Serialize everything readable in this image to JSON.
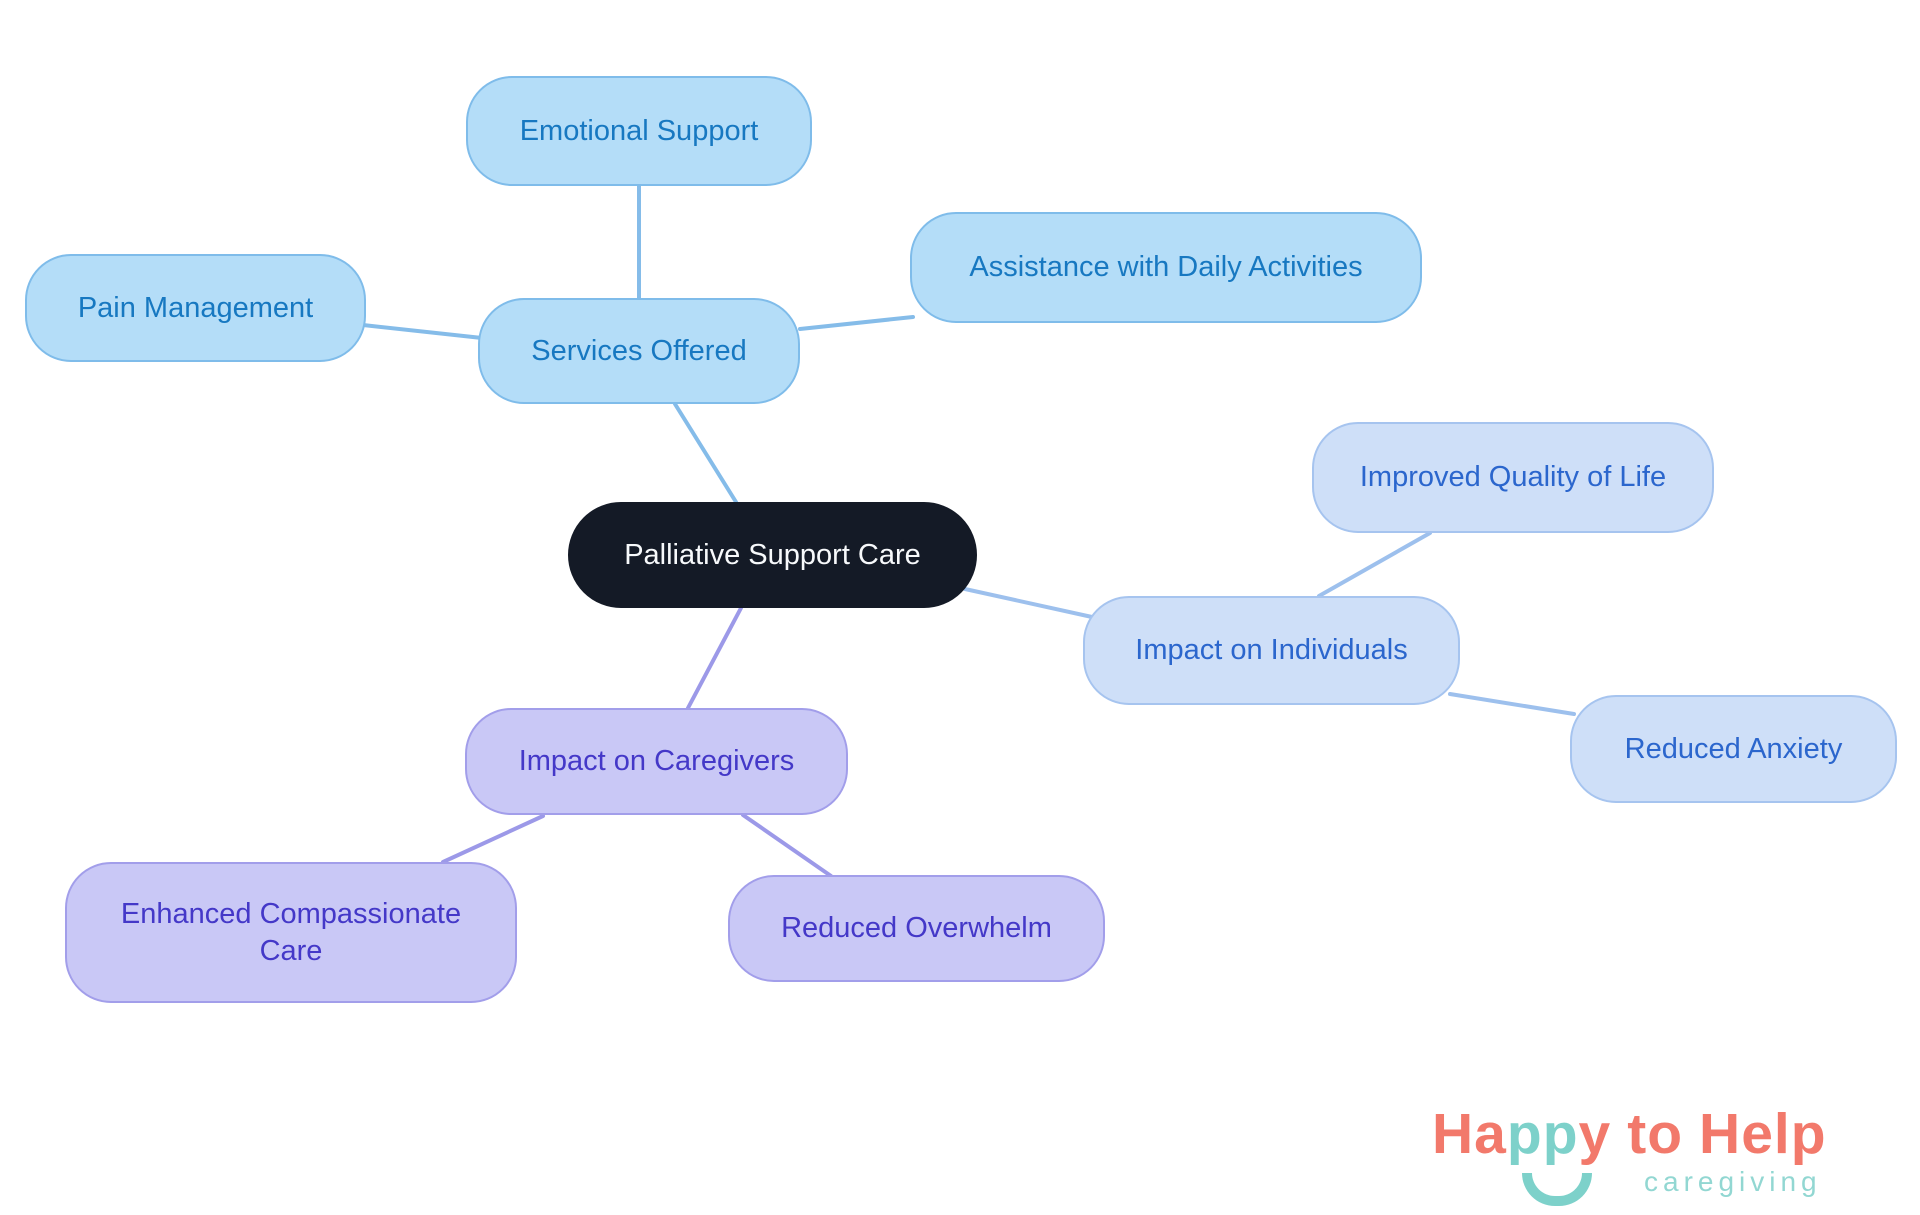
{
  "diagram_type": "mindmap",
  "mindmap": {
    "central": {
      "label": "Palliative Support Care"
    },
    "branches": {
      "services": {
        "label": "Services Offered",
        "children": {
          "emotional": {
            "label": "Emotional Support"
          },
          "pain": {
            "label": "Pain Management"
          },
          "assistance": {
            "label": "Assistance with Daily Activities"
          }
        }
      },
      "individuals": {
        "label": "Impact on Individuals",
        "children": {
          "improved": {
            "label": "Improved Quality of Life"
          },
          "anxiety": {
            "label": "Reduced Anxiety"
          }
        }
      },
      "caregivers": {
        "label": "Impact on Caregivers",
        "children": {
          "enhanced": {
            "label": "Enhanced Compassionate Care"
          },
          "overwhelm": {
            "label": "Reduced Overwhelm"
          }
        }
      }
    }
  },
  "edges": [
    {
      "from": "Palliative Support Care",
      "to": "Services Offered"
    },
    {
      "from": "Services Offered",
      "to": "Emotional Support"
    },
    {
      "from": "Services Offered",
      "to": "Pain Management"
    },
    {
      "from": "Services Offered",
      "to": "Assistance with Daily Activities"
    },
    {
      "from": "Palliative Support Care",
      "to": "Impact on Individuals"
    },
    {
      "from": "Impact on Individuals",
      "to": "Improved Quality of Life"
    },
    {
      "from": "Impact on Individuals",
      "to": "Reduced Anxiety"
    },
    {
      "from": "Palliative Support Care",
      "to": "Impact on Caregivers"
    },
    {
      "from": "Impact on Caregivers",
      "to": "Enhanced Compassionate Care"
    },
    {
      "from": "Impact on Caregivers",
      "to": "Reduced Overwhelm"
    }
  ],
  "colors": {
    "background": "#ffffff",
    "central_fill": "#141a26",
    "central_text": "#f7f9fb",
    "services_fill": "#b4ddf8",
    "services_border": "#7fbcea",
    "services_text": "#1778c1",
    "services_edge": "#85bce9",
    "individuals_fill": "#cedff8",
    "individuals_border": "#a6c4ef",
    "individuals_text": "#2b66cd",
    "individuals_edge": "#9dc0ed",
    "caregivers_fill": "#c9c8f6",
    "caregivers_border": "#a29eea",
    "caregivers_text": "#4438c8",
    "caregivers_edge": "#9c99e8",
    "logo_coral": "#f2796b",
    "logo_teal": "#7dd1ca",
    "logo_tagline_teal": "#92d7d2"
  },
  "logo": {
    "word_ha": "Ha",
    "word_pp": "pp",
    "word_y": "y",
    "word_to": "to",
    "word_help": "Help",
    "tagline": "caregiving"
  }
}
